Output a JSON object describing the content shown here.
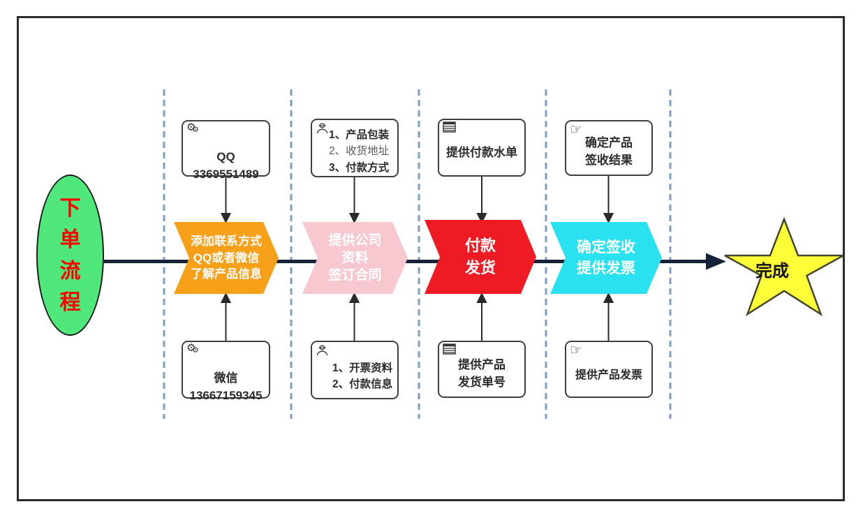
{
  "diagram": {
    "start": {
      "label": "下单流程",
      "chars": [
        "下",
        "单",
        "流",
        "程"
      ],
      "fill_color": "#4EE87B",
      "text_color": "#FF0000"
    },
    "finish": {
      "label": "完成",
      "fill_color": "#FEFE38"
    },
    "stages": [
      {
        "chevron": {
          "lines": [
            "添加联系方式",
            "QQ或者微信",
            "了解产品信息"
          ],
          "color": "#F6A01A"
        },
        "top_box": {
          "icon": "gears-icon",
          "lines": [
            "QQ",
            "3369551489"
          ]
        },
        "bottom_box": {
          "icon": "gears-icon",
          "lines": [
            "微信",
            "13667159345"
          ]
        }
      },
      {
        "chevron": {
          "lines": [
            "提供公司",
            "资料",
            "签订合同"
          ],
          "color": "#F8C8D0"
        },
        "top_box": {
          "icon": "worker-icon",
          "lines": [
            "1、产品包装",
            "2、收货地址",
            "3、付款方式"
          ]
        },
        "bottom_box": {
          "icon": "worker-icon",
          "lines": [
            "1、开票资料",
            "2、付款信息"
          ]
        }
      },
      {
        "chevron": {
          "lines": [
            "付款",
            "发货"
          ],
          "color": "#EE1B24"
        },
        "top_box": {
          "icon": "table-icon",
          "lines": [
            "提供付款水单"
          ]
        },
        "bottom_box": {
          "icon": "table-icon",
          "lines": [
            "提供产品",
            "发货单号"
          ]
        }
      },
      {
        "chevron": {
          "lines": [
            "确定签收",
            "提供发票"
          ],
          "color": "#29E1EF"
        },
        "top_box": {
          "icon": "pointing-hand-icon",
          "lines": [
            "确定产品",
            "签收结果"
          ]
        },
        "bottom_box": {
          "icon": "pointing-hand-icon",
          "lines": [
            "提供产品发票"
          ]
        }
      }
    ],
    "colors": {
      "main_line": "#152238",
      "lane_divider": "#7E9EBE",
      "connector": "#2a2a2a",
      "star_outline": "#45452e"
    }
  }
}
